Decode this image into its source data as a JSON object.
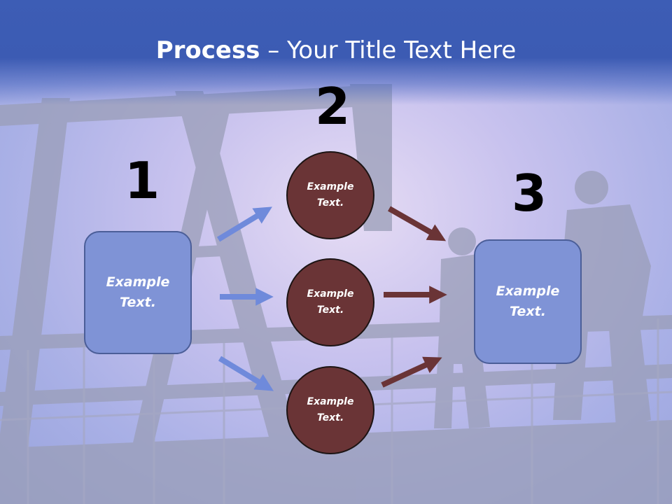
{
  "title": {
    "bold": "Process",
    "rest": " – Your Title Text Here"
  },
  "steps": {
    "one": "1",
    "two": "2",
    "three": "3"
  },
  "left_box": {
    "text": "Example Text."
  },
  "right_box": {
    "text": "Example Text."
  },
  "circles": [
    {
      "text": "Example Text."
    },
    {
      "text": "Example Text."
    },
    {
      "text": "Example Text."
    }
  ],
  "colors": {
    "title_bar": "#3c5bb3",
    "box": "#7f93d6",
    "circle": "#6a3436",
    "arrow_blue": "#6f8adb",
    "arrow_brown": "#6a3436"
  }
}
